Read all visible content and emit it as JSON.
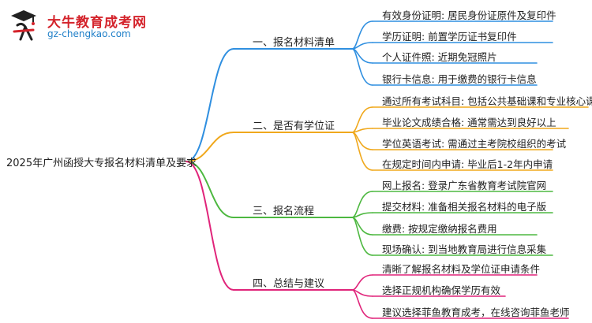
{
  "logo": {
    "icon": "cap-figure-logo-icon",
    "title": "大牛教育成考网",
    "url": "gz-chengkao.com"
  },
  "diagram": {
    "root": "2025年广州函授大专报名材料清单及要求",
    "branches": [
      {
        "label": "一、报名材料清单",
        "color": "#2f8fe0",
        "leaves": [
          "有效身份证明: 居民身份证原件及复印件",
          "学历证明: 前置学历证书复印件",
          "个人证件照: 近期免冠照片",
          "银行卡信息: 用于缴费的银行卡信息"
        ]
      },
      {
        "label": "二、是否有学位证",
        "color": "#f0a81c",
        "leaves": [
          "通过所有考试科目: 包括公共基础课和专业核心课",
          "毕业论文成绩合格: 通常需达到良好以上",
          "学位英语考试: 需通过主考院校组织的考试",
          "在规定时间内申请: 毕业后1-2年内申请"
        ]
      },
      {
        "label": "三、报名流程",
        "color": "#4db840",
        "leaves": [
          "网上报名: 登录广东省教育考试院官网",
          "提交材料: 准备相关报名材料的电子版",
          "缴费: 按规定缴纳报名费用",
          "现场确认: 到当地教育局进行信息采集"
        ]
      },
      {
        "label": "四、总结与建议",
        "color": "#e0247a",
        "leaves": [
          "清晰了解报名材料及学位证申请条件",
          "选择正规机构确保学历有效",
          "建议选择菲鱼教育成考，在线咨询菲鱼老师"
        ]
      }
    ]
  }
}
